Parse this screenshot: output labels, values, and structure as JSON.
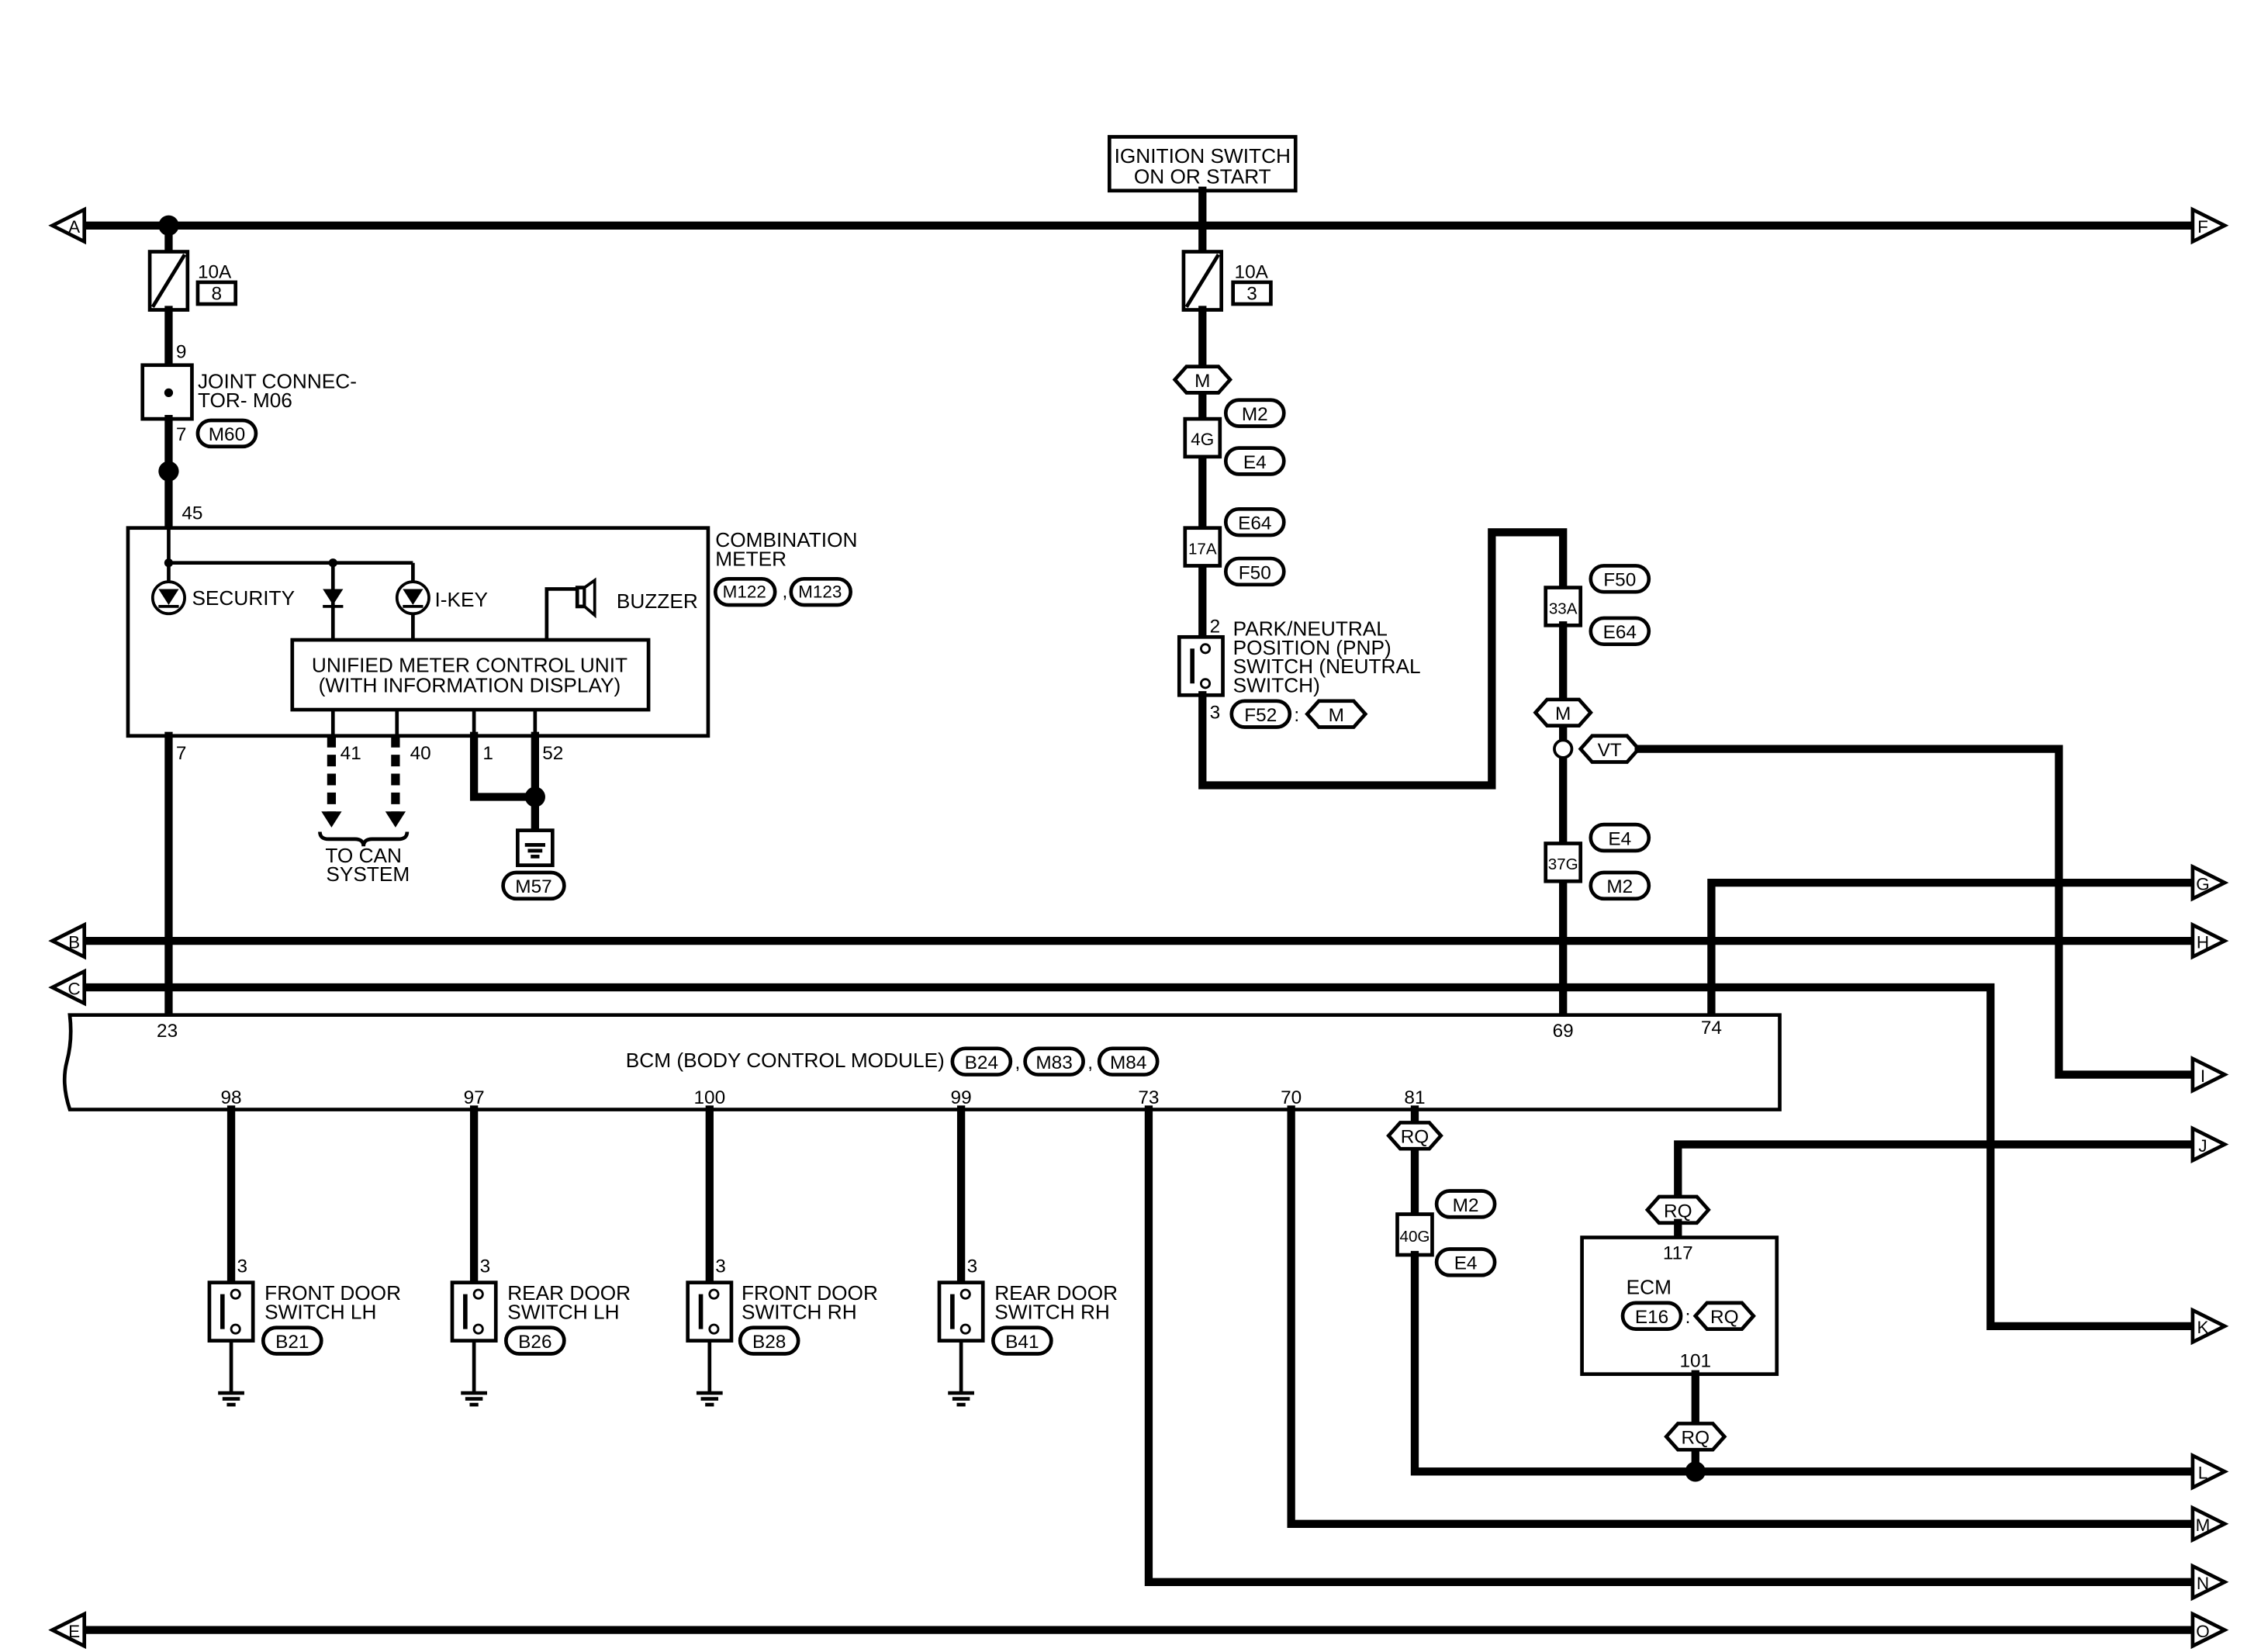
{
  "ignition": {
    "line1": "IGNITION SWITCH",
    "line2": "ON OR START"
  },
  "fuses": [
    {
      "rating": "10A",
      "number": "8"
    },
    {
      "rating": "10A",
      "number": "3"
    }
  ],
  "joint_connector": {
    "line1": "JOINT CONNEC-",
    "line2": "TOR- M06",
    "connector": "M60",
    "pin_in": "9",
    "pin_out": "7"
  },
  "combination_meter": {
    "title1": "COMBINATION",
    "title2": "METER",
    "connectors": [
      "M122",
      "M123"
    ],
    "sep": ",",
    "security": "SECURITY",
    "ikey": "I-KEY",
    "buzzer": "BUZZER",
    "unit1": "UNIFIED METER CONTROL UNIT",
    "unit2": "(WITH INFORMATION DISPLAY)",
    "pins": {
      "p45": "45",
      "p7": "7",
      "p41": "41",
      "p40": "40",
      "p1": "1",
      "p52": "52"
    }
  },
  "can": {
    "line1": "TO CAN",
    "line2": "SYSTEM"
  },
  "ground_m57": "M57",
  "harness": {
    "m_shape": "M",
    "m2": "M2",
    "e4": "E4",
    "e64": "E64",
    "f50": "F50",
    "j4g": "4G",
    "j17a": "17A",
    "j33a": "33A",
    "j37g": "37G",
    "j40g": "40G",
    "vt": "VT",
    "rq": "RQ"
  },
  "pnp": {
    "line1": "PARK/NEUTRAL",
    "line2": "POSITION (PNP)",
    "line3": "SWITCH (NEUTRAL",
    "line4": "SWITCH)",
    "pin2": "2",
    "pin3": "3",
    "conn": "F52",
    "colon": ":",
    "shape": "M"
  },
  "bcm": {
    "label": "BCM (BODY CONTROL MODULE)",
    "connectors": [
      "B24",
      "M83",
      "M84"
    ],
    "sep": ",",
    "pins": {
      "p23": "23",
      "p69": "69",
      "p74": "74",
      "p98": "98",
      "p97": "97",
      "p100": "100",
      "p99": "99",
      "p73": "73",
      "p70": "70",
      "p81": "81"
    }
  },
  "ecm": {
    "label": "ECM",
    "conn": "E16",
    "colon": ":",
    "shape": "RQ",
    "pin117": "117",
    "pin101": "101"
  },
  "door_switches": [
    {
      "line1": "FRONT DOOR",
      "line2": "SWITCH LH",
      "conn": "B21",
      "pin": "3"
    },
    {
      "line1": "REAR DOOR",
      "line2": "SWITCH LH",
      "conn": "B26",
      "pin": "3"
    },
    {
      "line1": "FRONT DOOR",
      "line2": "SWITCH RH",
      "conn": "B28",
      "pin": "3"
    },
    {
      "line1": "REAR DOOR",
      "line2": "SWITCH RH",
      "conn": "B41",
      "pin": "3"
    }
  ],
  "page_connectors": {
    "left": [
      "A",
      "B",
      "C",
      "E"
    ],
    "right": [
      "F",
      "G",
      "H",
      "I",
      "J",
      "K",
      "L",
      "M",
      "N",
      "O"
    ]
  }
}
